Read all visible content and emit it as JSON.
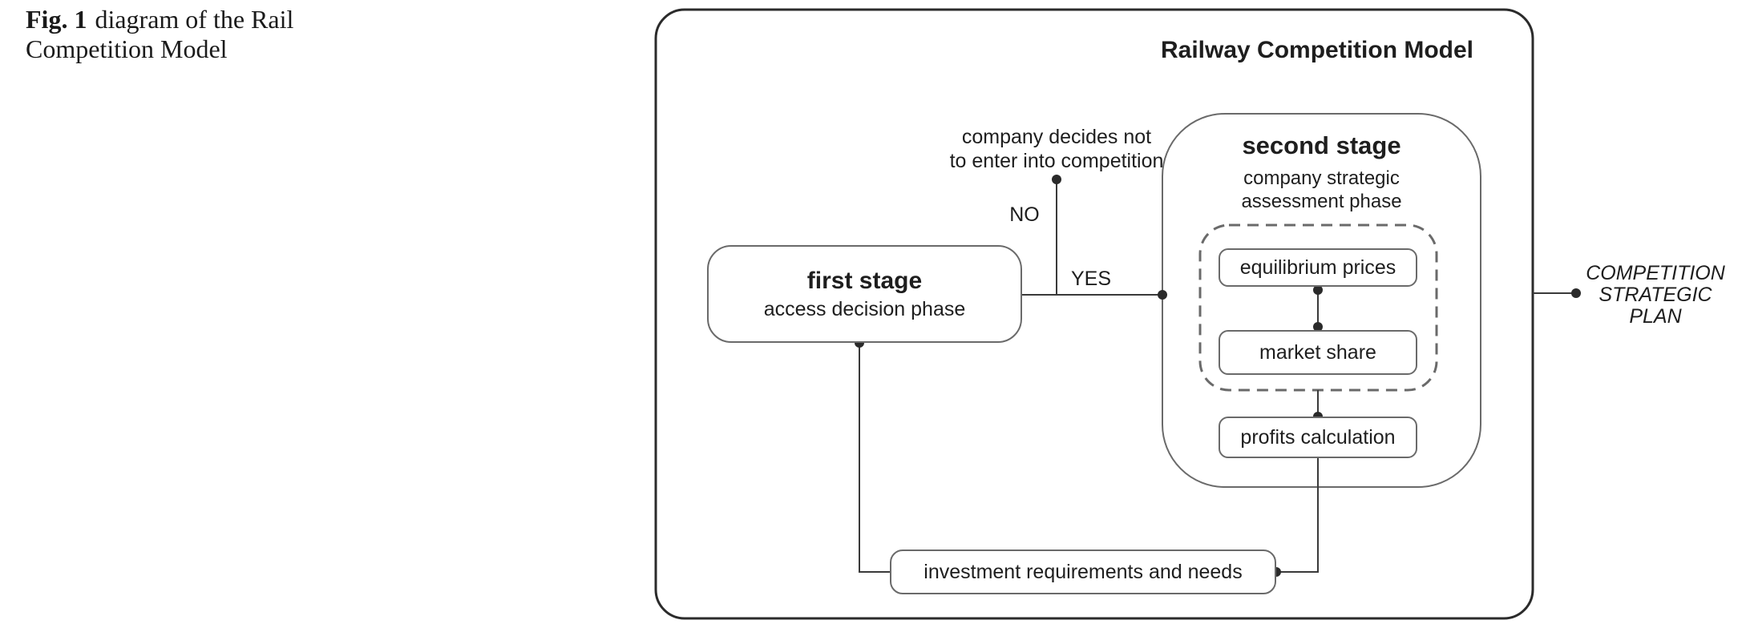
{
  "caption": {
    "label": "Fig. 1",
    "line1": "diagram of the Rail",
    "line2": "Competition Model"
  },
  "diagram": {
    "title": "Railway Competition Model",
    "no_entry_line1": "company decides not",
    "no_entry_line2": "to enter into competition",
    "no_label": "NO",
    "yes_label": "YES",
    "first_stage": {
      "title": "first stage",
      "subtitle": "access decision phase"
    },
    "second_stage": {
      "title": "second stage",
      "subtitle_line1": "company strategic",
      "subtitle_line2": "assessment phase"
    },
    "equilibrium_prices": "equilibrium prices",
    "market_share": "market share",
    "profits_calculation": "profits calculation",
    "investment": "investment requirements and needs",
    "output_line1": "COMPETITION",
    "output_line2": "STRATEGIC",
    "output_line3": "PLAN"
  }
}
